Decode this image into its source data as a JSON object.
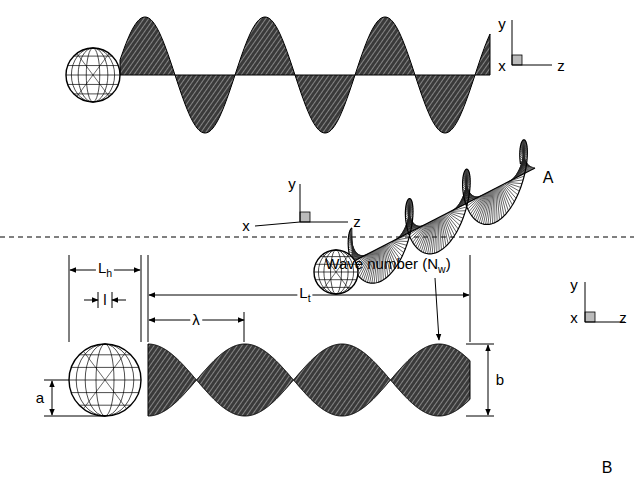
{
  "diagram": {
    "labels": [
      "y",
      "x",
      "z",
      "A",
      "y",
      "x",
      "z",
      "Lh",
      "l",
      "Lt",
      "λ",
      "Wave number (Nw)",
      "b",
      "a",
      "y",
      "x",
      "z",
      "B"
    ]
  }
}
